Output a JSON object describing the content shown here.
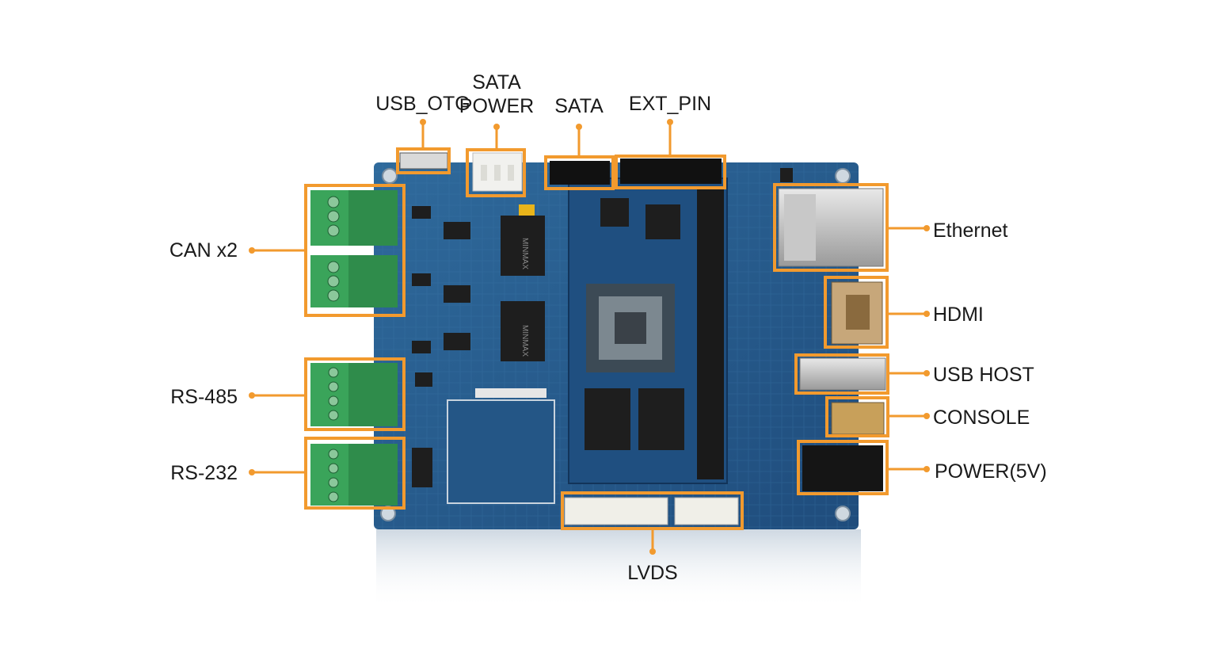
{
  "labels": {
    "usb_otg": "USB_OTG",
    "sata_power_line1": "SATA",
    "sata_power_line2": "POWER",
    "sata": "SATA",
    "ext_pin": "EXT_PIN",
    "can": "CAN x2",
    "rs485": "RS-485",
    "rs232": "RS-232",
    "ethernet": "Ethernet",
    "hdmi": "HDMI",
    "usb_host": "USB HOST",
    "console": "CONSOLE",
    "power": "POWER(5V)",
    "lvds": "LVDS"
  },
  "chip_text": {
    "minmax1": "MINMAX",
    "minmax2": "MINMAX"
  },
  "colors": {
    "callout": "#f29a2e",
    "board": "#2a5c8a",
    "board_dark": "#1d4470",
    "terminal": "#3aa45a",
    "chip": "#1e1e1e"
  }
}
